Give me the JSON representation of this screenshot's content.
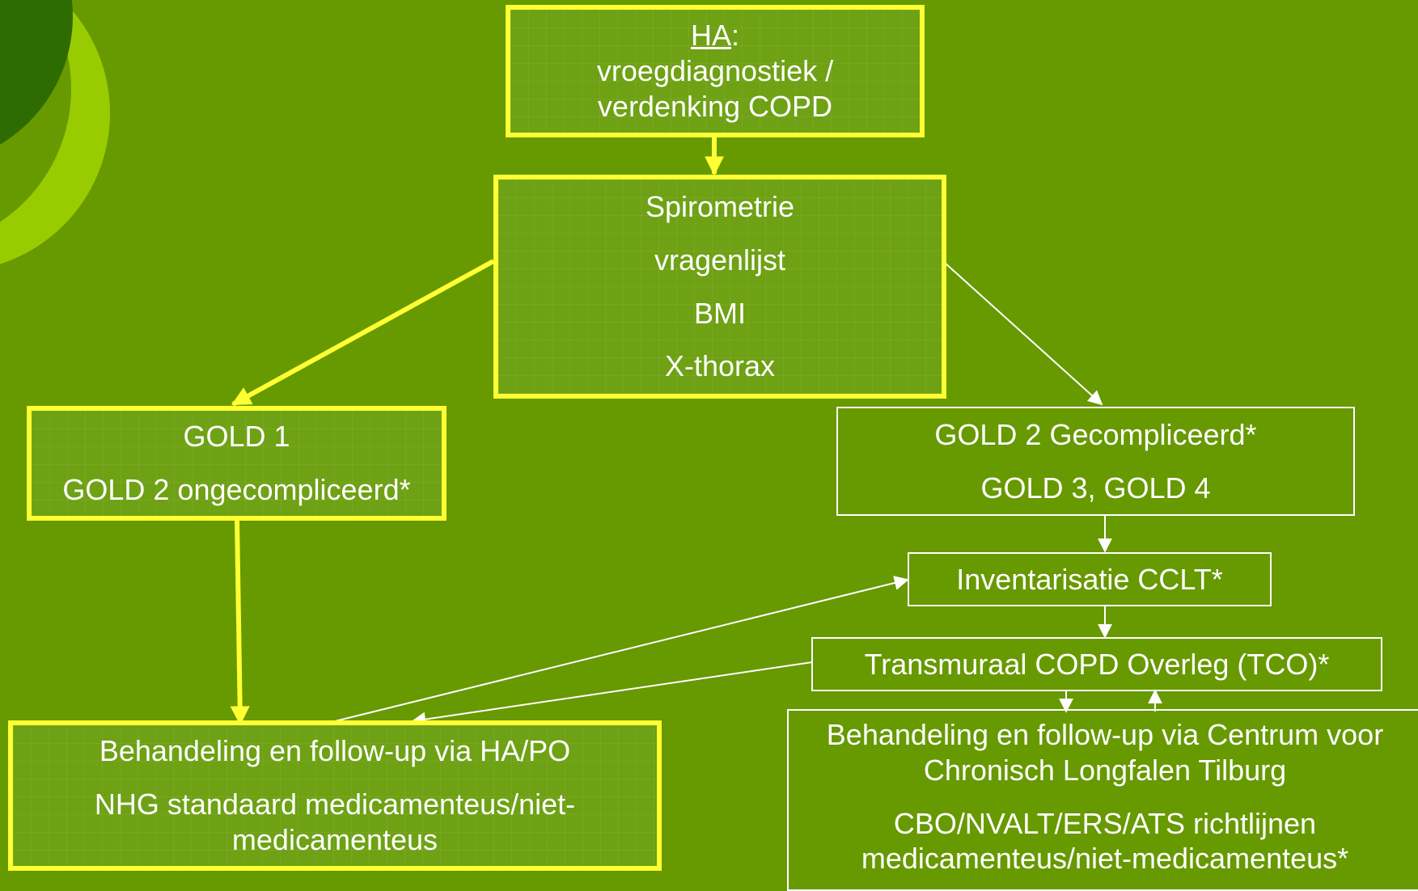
{
  "ha_box": {
    "label_role": "HA",
    "label_colon": ":",
    "line2": "vroegdiagnostiek /",
    "line3": "verdenking COPD"
  },
  "tests_box": {
    "items": [
      "Spirometrie",
      "vragenlijst",
      "BMI",
      "X-thorax"
    ]
  },
  "gold_left_box": {
    "line1": "GOLD 1",
    "line2": "GOLD 2 ongecompliceerd*"
  },
  "gold_right_box": {
    "line1": "GOLD 2 Gecompliceerd*",
    "line2": "GOLD 3, GOLD 4"
  },
  "cclt_box": {
    "label": "Inventarisatie CCLT*"
  },
  "tco_box": {
    "label": "Transmuraal COPD Overleg (TCO)*"
  },
  "ha_treatment_box": {
    "line1": "Behandeling en follow-up via HA/PO",
    "line2": "NHG standaard medicamenteus/niet-",
    "line3": "medicamenteus"
  },
  "center_treatment_box": {
    "line1": "Behandeling en follow-up via Centrum voor",
    "line2": "Chronisch Longfalen Tilburg",
    "line3": "CBO/NVALT/ERS/ATS richtlijnen",
    "line4": "medicamenteus/niet-medicamenteus*"
  },
  "colors": {
    "background": "#679900",
    "highlight_border": "#ffff33",
    "text": "#ffffff",
    "deco_dark": "#2e6b00",
    "deco_light": "#99cc00"
  }
}
